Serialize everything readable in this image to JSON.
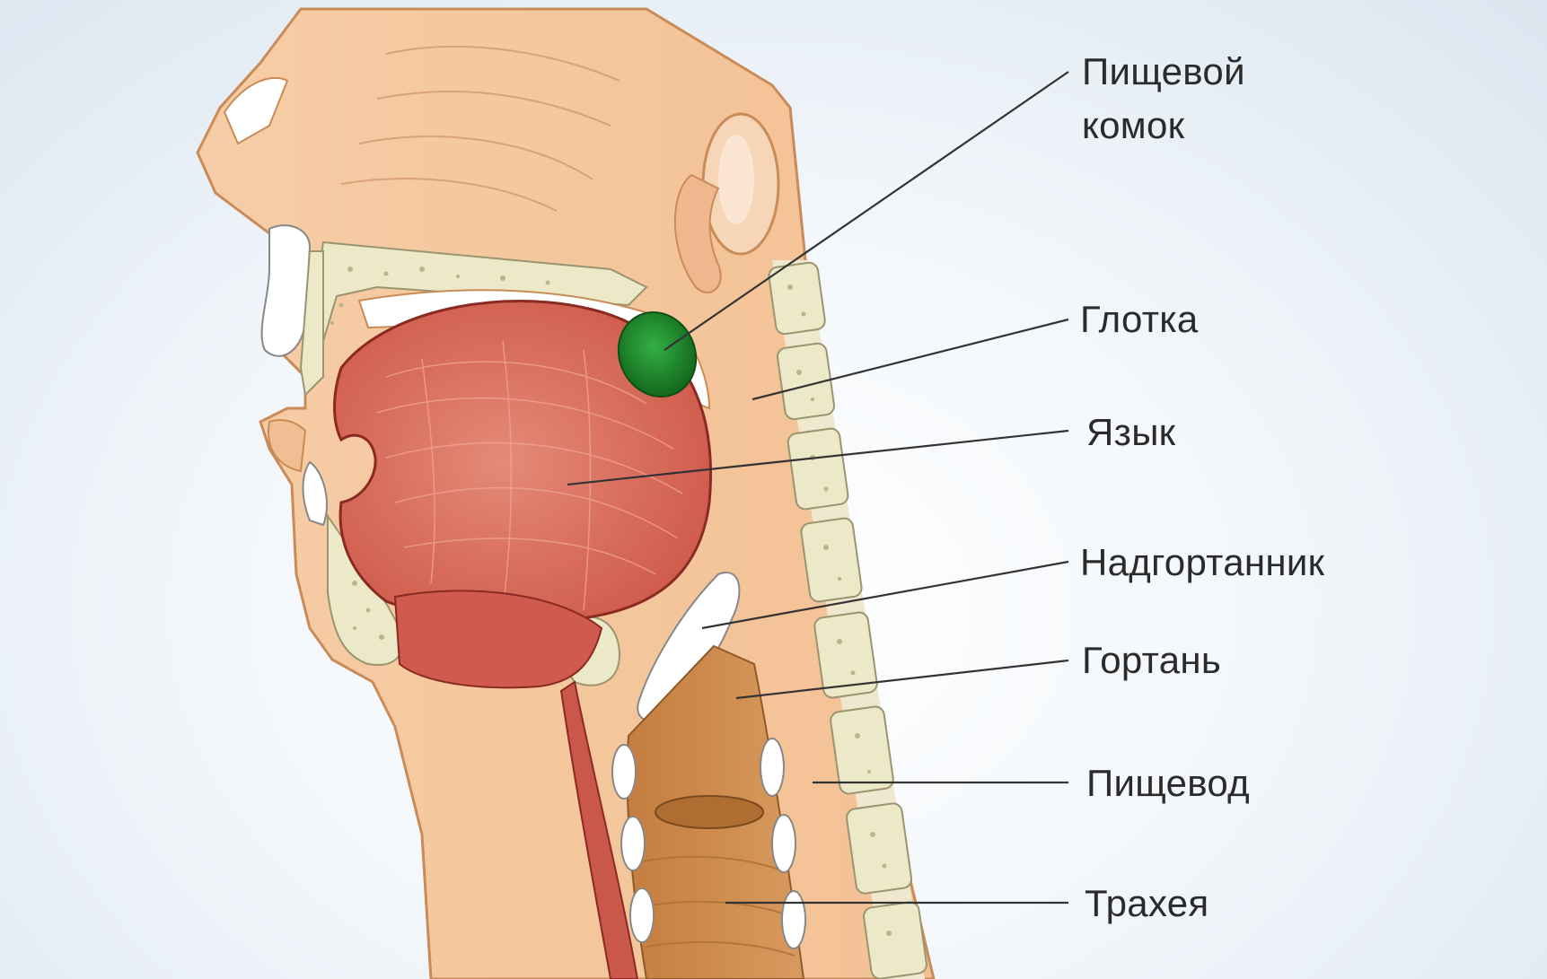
{
  "labels": {
    "food_bolus": [
      "Пищевой",
      "комок"
    ],
    "pharynx": "Глотка",
    "tongue": "Язык",
    "epiglottis": "Надгортанник",
    "larynx": "Гортань",
    "esophagus": "Пищевод",
    "trachea": "Трахея"
  },
  "colors": {
    "skin": "#f4c9a0",
    "skin_outline": "#c98b58",
    "tongue": "#d9695a",
    "tongue_outline": "#8a2a22",
    "bone": "#ece9c8",
    "food_bolus": "#1f8a2e",
    "trachea": "#c98446",
    "esophagus": "#c9574a",
    "leader": "#333333"
  }
}
